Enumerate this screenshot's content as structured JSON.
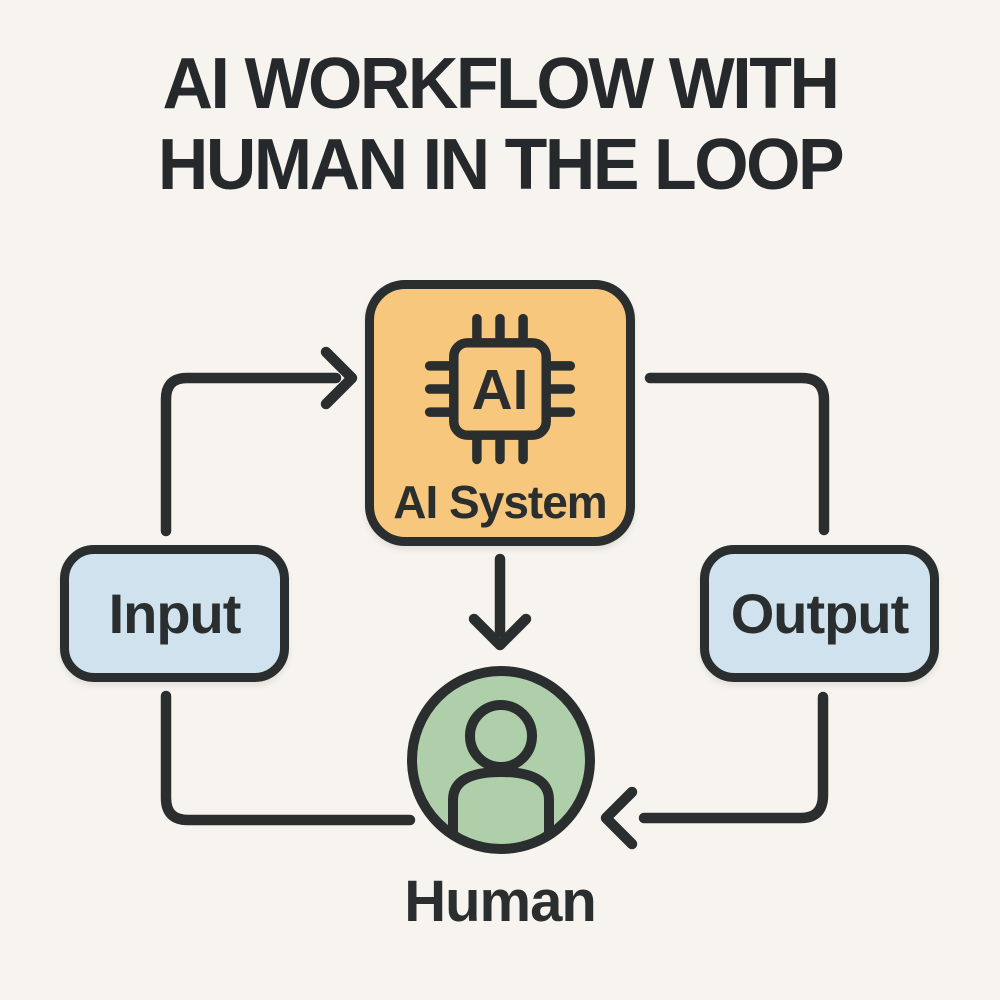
{
  "title": {
    "line1": "AI WORKFLOW WITH",
    "line2": "HUMAN IN THE LOOP"
  },
  "nodes": {
    "ai": {
      "label": "AI System",
      "icon": "chip-icon",
      "icon_label": "AI",
      "fill": "#f6c77d",
      "shape": "rounded-square"
    },
    "input": {
      "label": "Input",
      "fill": "#cfe2ed",
      "shape": "rounded-rect"
    },
    "output": {
      "label": "Output",
      "fill": "#cfe2ed",
      "shape": "rounded-rect"
    },
    "human": {
      "label": "Human",
      "icon": "person-icon",
      "fill": "#aecfa9",
      "shape": "circle"
    }
  },
  "edges": [
    {
      "from": "Input",
      "to": "AI System",
      "arrow": true
    },
    {
      "from": "AI System",
      "to": "Output",
      "arrow": false
    },
    {
      "from": "AI System",
      "to": "Human",
      "arrow": true
    },
    {
      "from": "Input",
      "to": "Human",
      "arrow": false
    },
    {
      "from": "Output",
      "to": "Human",
      "arrow": true
    }
  ],
  "colors": {
    "background": "#f7f4ef",
    "stroke": "#2b2e2f",
    "ai_fill": "#f6c77d",
    "io_fill": "#cfe2ed",
    "human_fill": "#aecfa9",
    "text": "#26292b"
  }
}
